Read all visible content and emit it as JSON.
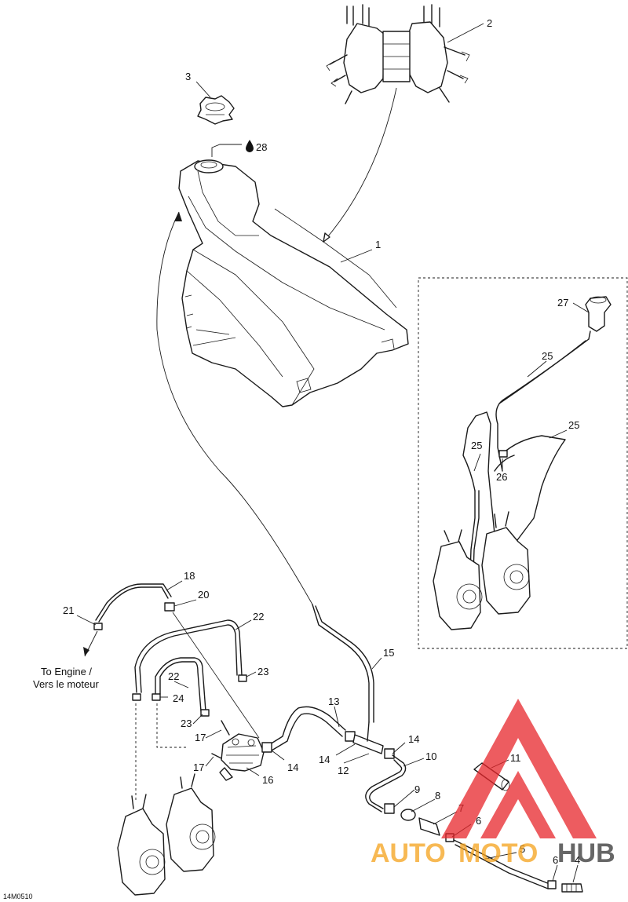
{
  "callouts": {
    "c1": "1",
    "c2": "2",
    "c3": "3",
    "c4": "4",
    "c5": "5",
    "c6a": "6",
    "c6b": "6",
    "c7": "7",
    "c8": "8",
    "c9": "9",
    "c10": "10",
    "c11": "11",
    "c12": "12",
    "c13": "13",
    "c14a": "14",
    "c14b": "14",
    "c14c": "14",
    "c15": "15",
    "c16": "16",
    "c17a": "17",
    "c17b": "17",
    "c18": "18",
    "c20": "20",
    "c21": "21",
    "c22a": "22",
    "c22b": "22",
    "c23a": "23",
    "c23b": "23",
    "c24": "24",
    "c25a": "25",
    "c25b": "25",
    "c25c": "25",
    "c26": "26",
    "c27": "27",
    "c28": "28"
  },
  "engine_note": {
    "line1": "To Engine /",
    "line2": "Vers le moteur"
  },
  "figure_id": "14M0510",
  "watermark": {
    "part1": "AUTO",
    "part2": "MOTO",
    "part3": "HUB"
  },
  "colors": {
    "watermark_red": "#e8262b",
    "watermark_orange": "#f5a21b",
    "watermark_dark": "#333333"
  }
}
